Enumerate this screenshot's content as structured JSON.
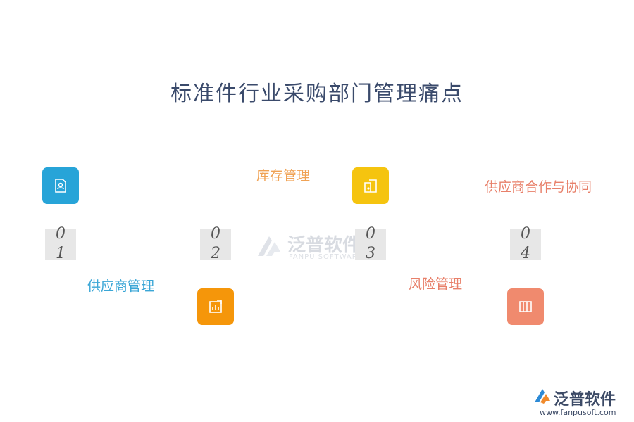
{
  "title": "标准件行业采购部门管理痛点",
  "steps": [
    {
      "num": [
        "0",
        "1"
      ],
      "label": "供应商管理",
      "label_color": "#3aa6d6",
      "icon": "person-document-icon",
      "icon_color": "#27a4d8"
    },
    {
      "num": [
        "0",
        "2"
      ],
      "label": "库存管理",
      "label_color": "#f0a254",
      "icon": "bar-chart-icon",
      "icon_color": "#f5960a"
    },
    {
      "num": [
        "0",
        "3"
      ],
      "label": "风险管理",
      "label_color": "#e8806a",
      "icon": "door-icon",
      "icon_color": "#f5c40f"
    },
    {
      "num": [
        "0",
        "4"
      ],
      "label": "供应商合作与协同",
      "label_color": "#e8806a",
      "icon": "columns-icon",
      "icon_color": "#f08a6e"
    }
  ],
  "watermark": {
    "name": "泛普软件",
    "sub": "FANPU SOFTWARE"
  },
  "brand": {
    "name": "泛普软件",
    "url": "www.fanpusoft.com"
  }
}
